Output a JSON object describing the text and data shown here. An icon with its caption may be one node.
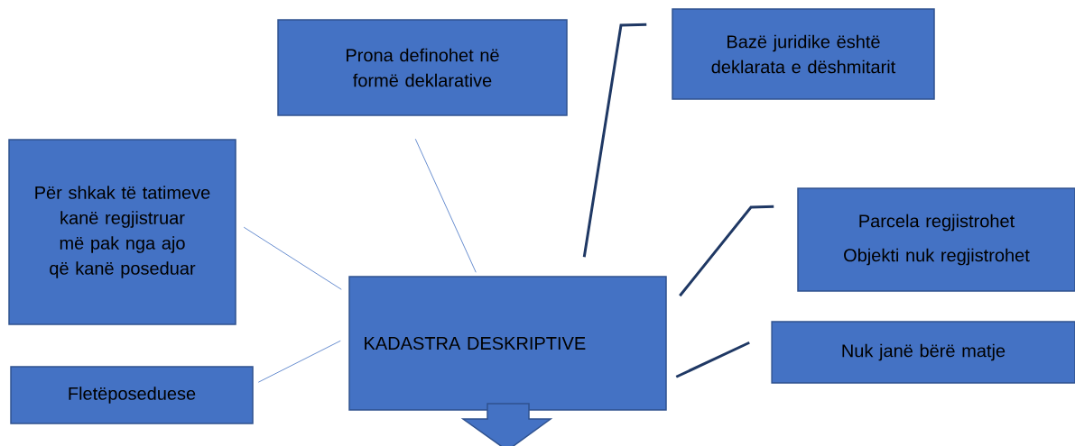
{
  "diagram": {
    "nodes": [
      {
        "text": [
          "Prona definohet në formë deklarative"
        ]
      },
      {
        "text": [
          "Bazë juridike është deklarata e dëshmitarit"
        ]
      },
      {
        "text": [
          "Për shkak të tatimeve kanë regjistruar më pak nga ajo që kanë poseduar"
        ]
      },
      {
        "text": [
          "Parcela regjistrohet",
          "Objekti nuk regjistrohet"
        ]
      },
      {
        "text": [
          "KADASTRA DESKRIPTIVE"
        ]
      },
      {
        "text": [
          "Fletëposeduese"
        ]
      },
      {
        "text": [
          "Nuk janë bërë matje"
        ]
      },
      {
        "text": [],
        "shape": "arrow"
      }
    ],
    "edges": [
      {
        "from": 0,
        "to": 4,
        "arrow": "none",
        "color": "#4472c4"
      },
      {
        "from": 1,
        "to": 4,
        "arrow": "none",
        "style": "thick",
        "color": "#1f3864"
      },
      {
        "from": 2,
        "to": 4,
        "arrow": "none",
        "color": "#4472c4"
      },
      {
        "from": 5,
        "to": 4,
        "arrow": "none",
        "color": "#4472c4"
      },
      {
        "from": 3,
        "to": 4,
        "arrow": "none",
        "style": "thick",
        "color": "#1f3864"
      },
      {
        "from": 6,
        "to": 4,
        "arrow": "none",
        "style": "thick",
        "color": "#1f3864"
      }
    ]
  }
}
